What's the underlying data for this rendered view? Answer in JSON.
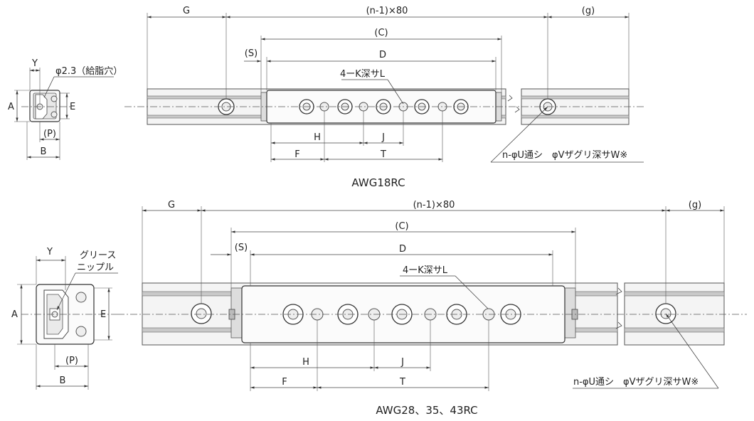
{
  "top": {
    "dims": {
      "G": "G",
      "n80": "(n-1)×80",
      "g": "(g)",
      "C": "(C)",
      "S": "(S)",
      "D": "D",
      "KL": "4ーK深サL",
      "Y": "Y",
      "grease": "φ2.3（給脂穴）",
      "A": "A",
      "E": "E",
      "P": "(P)",
      "B": "B",
      "H": "H",
      "J": "J",
      "F": "F",
      "T": "T",
      "bolt": "n-φU通シ　φVザグリ深サW※"
    },
    "caption": "AWG18RC"
  },
  "bottom": {
    "dims": {
      "G": "G",
      "n80": "(n-1)×80",
      "g": "(g)",
      "C": "(C)",
      "S": "(S)",
      "D": "D",
      "KL": "4ーK深サL",
      "Y": "Y",
      "grease1": "グリース",
      "grease2": "ニップル",
      "A": "A",
      "E": "E",
      "P": "(P)",
      "B": "B",
      "H": "H",
      "J": "J",
      "F": "F",
      "T": "T",
      "bolt": "n-φU通シ　φVザグリ深サW※"
    },
    "caption": "AWG28、35、43RC"
  }
}
